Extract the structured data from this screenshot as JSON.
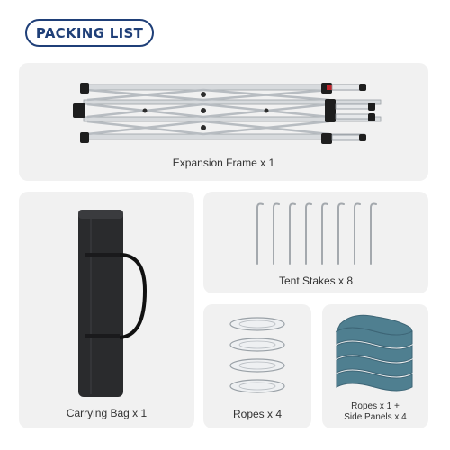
{
  "header": {
    "title": "PACKING LIST"
  },
  "items": [
    {
      "label": "Expansion Frame x 1"
    },
    {
      "label": "Tent Stakes x 8"
    },
    {
      "label": "Carrying Bag x 1"
    },
    {
      "label": "Ropes x 4"
    },
    {
      "label_line1": "Ropes x 1 +",
      "label_line2": "Side Panels x 4"
    }
  ],
  "colors": {
    "title_blue": "#1f3f78",
    "card_bg": "#f1f1f1",
    "panel_teal": "#4f7f90",
    "bag_black": "#2a2b2d"
  }
}
